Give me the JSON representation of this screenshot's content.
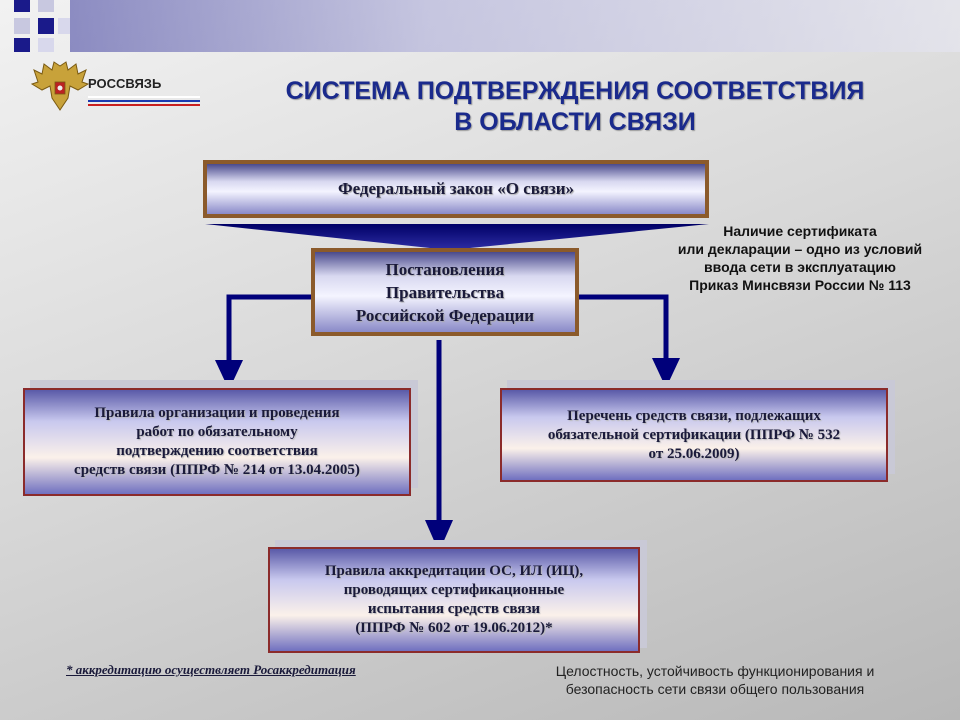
{
  "logo": {
    "text": "РОССВЯЗЬ",
    "emblem": "double-headed-eagle-emblem"
  },
  "title": {
    "line1": "СИСТЕМА ПОДТВЕРЖДЕНИЯ СООТВЕТСТВИЯ",
    "line2": "В ОБЛАСТИ СВЯЗИ"
  },
  "boxes": {
    "law": "Федеральный закон «О связи»",
    "gov": [
      "Постановления",
      "Правительства",
      "Российской Федерации"
    ],
    "rules_left": [
      "Правила организации и проведения",
      "работ по обязательному",
      "подтверждению соответствия",
      "средств связи (ППРФ № 214 от 13.04.2005)"
    ],
    "list_right": [
      "Перечень средств связи, подлежащих",
      "обязательной сертификации (ППРФ № 532",
      "от 25.06.2009)"
    ],
    "accreditation": [
      "Правила аккредитации ОС, ИЛ (ИЦ),",
      "проводящих сертификационные",
      "испытания средств связи",
      "(ППРФ № 602 от 19.06.2012)*"
    ]
  },
  "side_note": [
    "Наличие сертификата",
    "или декларации – одно из условий",
    "ввода сети в эксплуатацию",
    "Приказ Минсвязи России № 113"
  ],
  "footnote": "* аккредитацию осуществляет Росаккредитация",
  "bottom_note": [
    "Целостность, устойчивость функционирования и",
    "безопасность сети связи общего пользования"
  ],
  "colors": {
    "title": "#1a2a8c",
    "arrow": "#00007a",
    "border": "#8b5a2b"
  }
}
